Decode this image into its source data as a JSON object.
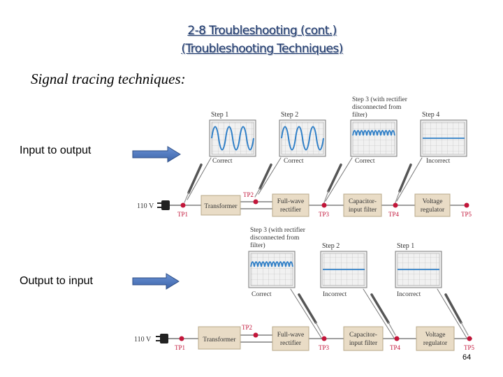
{
  "slide": {
    "title_line1": "2-8 Troubleshooting (cont.)",
    "title_line2": "(Troubleshooting Techniques)",
    "subtitle": "Signal tracing techniques:",
    "page_number": "64"
  },
  "labels": {
    "input_to_output": "Input to output",
    "output_to_input": "Output to input"
  },
  "diagram_top": {
    "steps": [
      "Step 1",
      "Step 2",
      "Step 3 (with rectifier",
      "disconnected from",
      "filter)",
      "Step 4"
    ],
    "results": [
      "Correct",
      "Correct",
      "Correct",
      "Incorrect"
    ],
    "source": "110 V",
    "blocks": [
      "Transformer",
      "Full-wave",
      "rectifier",
      "Capacitor-",
      "input filter",
      "Voltage",
      "regulator"
    ],
    "test_points": [
      "TP1",
      "TP2",
      "TP3",
      "TP4",
      "TP5"
    ]
  },
  "diagram_bottom": {
    "steps": [
      "Step 3 (with rectifier",
      "disconnected from",
      "filter)",
      "Step 2",
      "Step 1"
    ],
    "results": [
      "Correct",
      "Incorrect",
      "Incorrect"
    ],
    "source": "110 V",
    "blocks": [
      "Transformer",
      "Full-wave",
      "rectifier",
      "Capacitor-",
      "input filter",
      "Voltage",
      "regulator"
    ],
    "test_points": [
      "TP1",
      "TP2",
      "TP3",
      "TP4",
      "TP5"
    ]
  },
  "colors": {
    "title": "#1f3a6e",
    "arrow": "#4a76c0",
    "trace": "#2f7fc7",
    "test_point": "#c2163a",
    "block_fill": "#e9dcc6"
  },
  "icons": [
    "right-arrow-icon",
    "plug-icon",
    "probe-icon",
    "oscilloscope-icon"
  ]
}
